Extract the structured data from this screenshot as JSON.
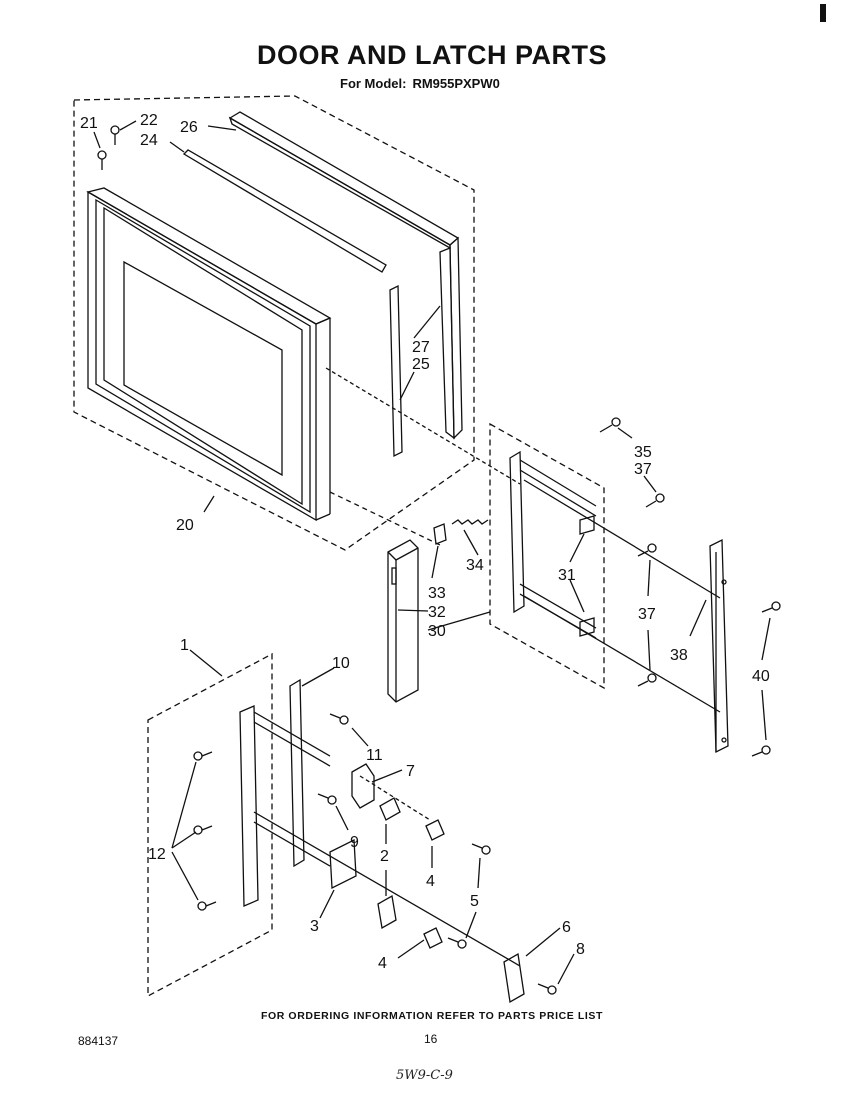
{
  "title": "DOOR AND LATCH PARTS",
  "model_prefix": "For Model:",
  "model": "RM955PXPW0",
  "footer_note": "FOR ORDERING INFORMATION REFER TO PARTS PRICE LIST",
  "doc_number": "884137",
  "page_number": "16",
  "handwritten": "5W9-C-9",
  "callouts": {
    "c21": "21",
    "c22": "22",
    "c24": "24",
    "c26": "26",
    "c20": "20",
    "c27": "27",
    "c25": "25",
    "c35": "35",
    "c37a": "37",
    "c37b": "37",
    "c31": "31",
    "c34": "34",
    "c33": "33",
    "c32": "32",
    "c30": "30",
    "c38": "38",
    "c40": "40",
    "c1": "1",
    "c10": "10",
    "c11": "11",
    "c7": "7",
    "c9": "9",
    "c12": "12",
    "c2": "2",
    "c4a": "4",
    "c5": "5",
    "c3": "3",
    "c6": "6",
    "c8": "8",
    "c4b": "4"
  }
}
